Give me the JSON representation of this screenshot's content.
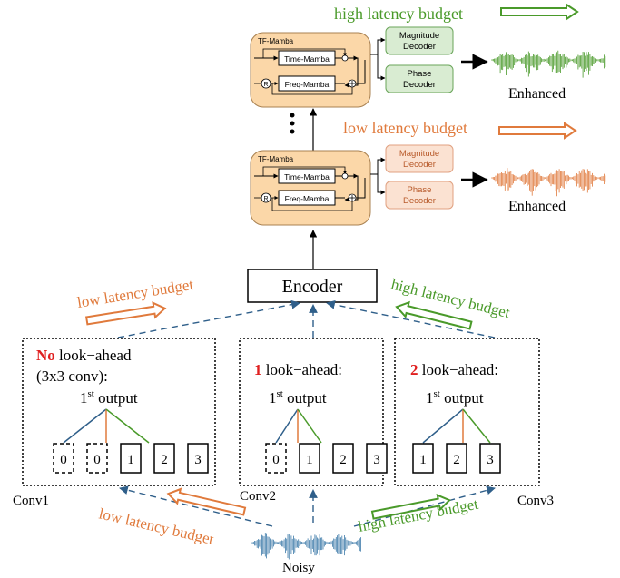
{
  "top": {
    "budget_label": "high latency budget",
    "tf_title": "TF-Mamba",
    "time_block": "Time-Mamba",
    "freq_block": "Freq-Mamba",
    "r_symbol": "R",
    "mag_decoder": [
      "Magnitude",
      "Decoder"
    ],
    "phase_decoder": [
      "Phase",
      "Decoder"
    ],
    "output_label": "Enhanced"
  },
  "bottom_stage": {
    "budget_label": "low latency budget",
    "tf_title": "TF-Mamba",
    "time_block": "Time-Mamba",
    "freq_block": "Freq-Mamba",
    "r_symbol": "R",
    "mag_decoder": [
      "Magnitude",
      "Decoder"
    ],
    "phase_decoder": [
      "Phase",
      "Decoder"
    ],
    "output_label": "Enhanced"
  },
  "encoder": {
    "label": "Encoder",
    "left_budget": "low latency budget",
    "right_budget": "high latency budget"
  },
  "conv1": {
    "emph": "No",
    "line1": " look−ahead",
    "line2": "(3x3 conv):",
    "output_base": "1",
    "output_sup": "st",
    "output_rest": " output",
    "cells": [
      "0",
      "0",
      "1",
      "2",
      "3"
    ],
    "label": "Conv1"
  },
  "conv2": {
    "emph": "1",
    "line1": " look−ahead:",
    "output_base": "1",
    "output_sup": "st",
    "output_rest": " output",
    "cells": [
      "0",
      "1",
      "2",
      "3"
    ],
    "label": "Conv2"
  },
  "conv3": {
    "emph": "2",
    "line1": " look−ahead:",
    "output_base": "1",
    "output_sup": "st",
    "output_rest": " output",
    "cells": [
      "1",
      "2",
      "3"
    ],
    "label": "Conv3"
  },
  "input": {
    "left_budget": "low latency budget",
    "right_budget": "high latency budget",
    "label": "Noisy"
  },
  "colors": {
    "green": "#4a9a2a",
    "orange": "#e07a3c",
    "red": "#e02020",
    "blue": "#2f5f8a",
    "tf_fill": "#fbd7a8",
    "green_fill": "#d9ecd2",
    "orange_fill": "#fbe2d2",
    "wave_blue": "#3c7aa8"
  }
}
